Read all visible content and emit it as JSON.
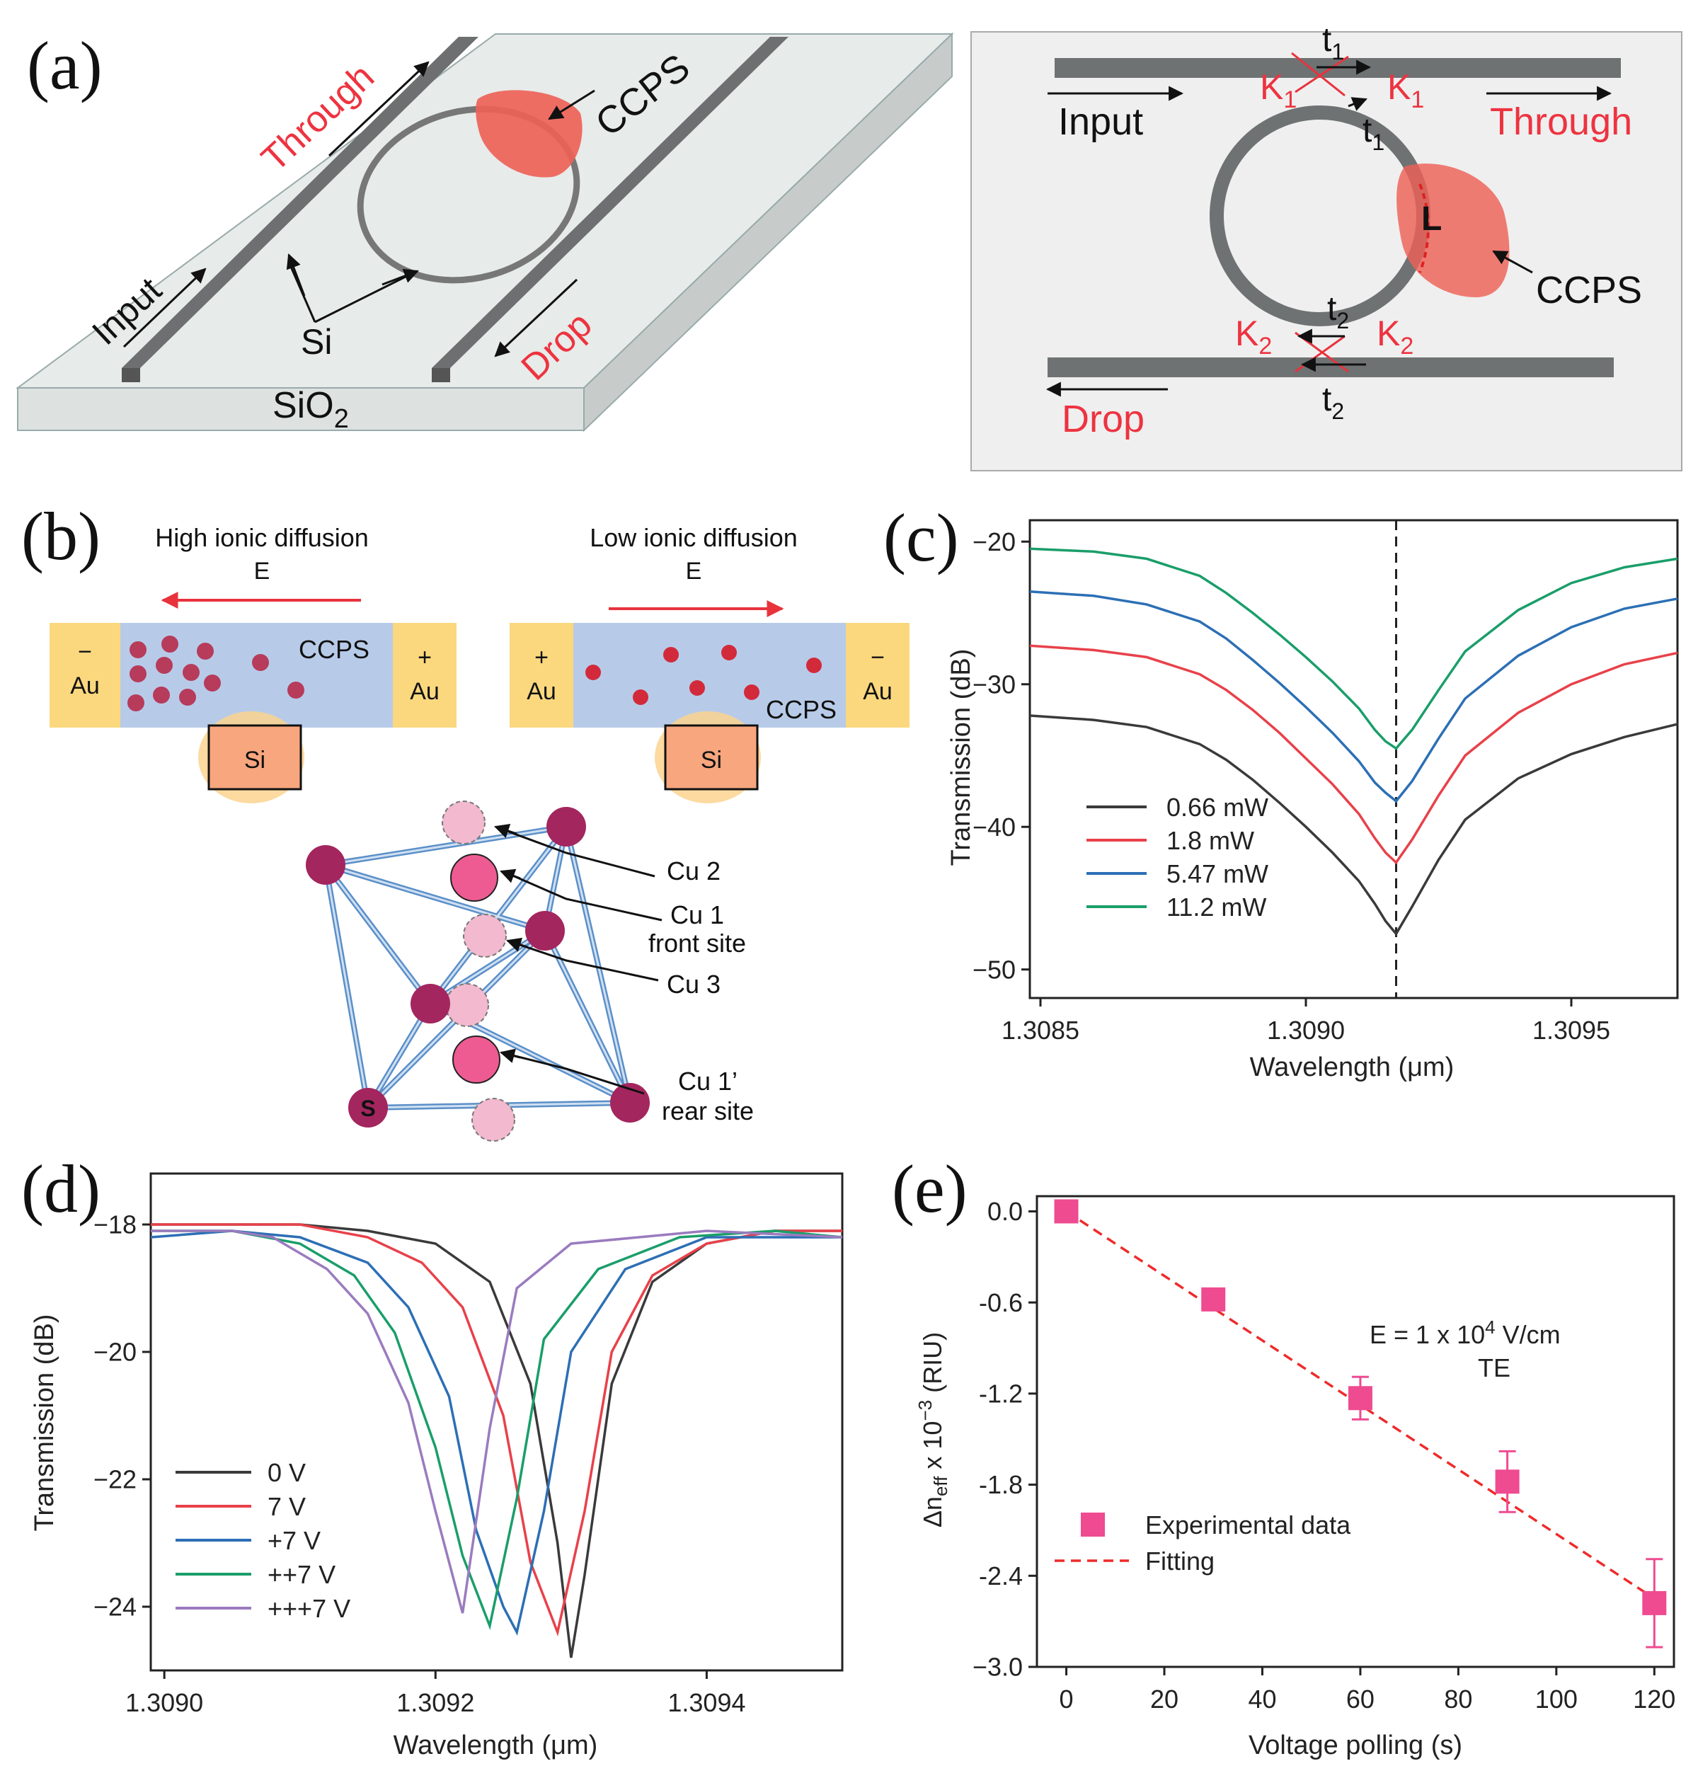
{
  "panel_labels": {
    "a": "(a)",
    "b": "(b)",
    "c": "(c)",
    "d": "(d)",
    "e": "(e)"
  },
  "panel_a": {
    "left": {
      "through": "Through",
      "input": "Input",
      "drop": "Drop",
      "ccps": "CCPS",
      "si": "Si",
      "sio2": "SiO",
      "sio2_sub": "2"
    },
    "right": {
      "input": "Input",
      "through": "Through",
      "drop": "Drop",
      "ccps": "CCPS",
      "L": "L",
      "t": "t",
      "t1_sub": "1",
      "t2_sub": "2",
      "K": "K",
      "K1_sub": "1",
      "K2_sub": "2"
    }
  },
  "panel_b": {
    "left": {
      "title": "High ionic diffusion",
      "field": "E",
      "minus": "−",
      "plus": "+",
      "au": "Au",
      "ccps": "CCPS",
      "si": "Si"
    },
    "right": {
      "title": "Low ionic diffusion",
      "field": "E",
      "minus": "−",
      "plus": "+",
      "au": "Au",
      "ccps": "CCPS",
      "si": "Si"
    },
    "crystal": {
      "cu2": "Cu 2",
      "cu1_a": "Cu 1",
      "cu1_b": "front site",
      "cu3": "Cu 3",
      "cu1p_a": "Cu 1’",
      "cu1p_b": "rear site",
      "s": "S"
    }
  },
  "chart_data": [
    {
      "panel": "c",
      "type": "line",
      "xlabel": "Wavelength (μm)",
      "ylabel": "Transmission (dB)",
      "xlim": [
        1.30848,
        1.3097
      ],
      "ylim": [
        -52,
        -18.5
      ],
      "xticks": [
        1.3085,
        1.309,
        1.3095
      ],
      "xtick_labels": [
        "1.3085",
        "1.3090",
        "1.3095"
      ],
      "yticks": [
        -20,
        -30,
        -40,
        -50
      ],
      "ytick_labels": [
        "−20",
        "−30",
        "−40",
        "−50"
      ],
      "legend_position": "bottom-left",
      "vline_x": 1.30917,
      "series": [
        {
          "name": "0.66 mW",
          "color": "#3a3a3a",
          "x": [
            1.30848,
            1.3086,
            1.3087,
            1.3088,
            1.30885,
            1.3089,
            1.30895,
            1.309,
            1.30905,
            1.3091,
            1.30913,
            1.30915,
            1.30917,
            1.3092,
            1.30925,
            1.3093,
            1.3094,
            1.3095,
            1.3096,
            1.3097
          ],
          "y": [
            -32.2,
            -32.5,
            -33.0,
            -34.2,
            -35.3,
            -36.7,
            -38.3,
            -40.0,
            -41.8,
            -43.8,
            -45.4,
            -46.6,
            -47.5,
            -45.6,
            -42.3,
            -39.5,
            -36.6,
            -34.9,
            -33.7,
            -32.8
          ]
        },
        {
          "name": "1.8 mW",
          "color": "#e8414a",
          "x": [
            1.30848,
            1.3086,
            1.3087,
            1.3088,
            1.30885,
            1.3089,
            1.30895,
            1.309,
            1.30905,
            1.3091,
            1.30913,
            1.30915,
            1.30917,
            1.3092,
            1.30925,
            1.3093,
            1.3094,
            1.3095,
            1.3096,
            1.3097
          ],
          "y": [
            -27.3,
            -27.6,
            -28.1,
            -29.3,
            -30.4,
            -31.8,
            -33.4,
            -35.2,
            -37.0,
            -39.1,
            -40.8,
            -41.8,
            -42.5,
            -40.9,
            -37.8,
            -35.0,
            -32.0,
            -30.0,
            -28.6,
            -27.8
          ]
        },
        {
          "name": "5.47 mW",
          "color": "#2c6fb5",
          "x": [
            1.30848,
            1.3086,
            1.3087,
            1.3088,
            1.30885,
            1.3089,
            1.30895,
            1.309,
            1.30905,
            1.3091,
            1.30913,
            1.30915,
            1.30917,
            1.3092,
            1.30925,
            1.3093,
            1.3094,
            1.3095,
            1.3096,
            1.3097
          ],
          "y": [
            -23.5,
            -23.8,
            -24.4,
            -25.6,
            -26.8,
            -28.3,
            -29.9,
            -31.6,
            -33.4,
            -35.4,
            -36.9,
            -37.6,
            -38.2,
            -36.8,
            -33.8,
            -31.0,
            -28.0,
            -26.0,
            -24.7,
            -24.0
          ]
        },
        {
          "name": "11.2 mW",
          "color": "#1a9e6a",
          "x": [
            1.30848,
            1.3086,
            1.3087,
            1.3088,
            1.30885,
            1.3089,
            1.30895,
            1.309,
            1.30905,
            1.3091,
            1.30913,
            1.30915,
            1.30917,
            1.3092,
            1.30925,
            1.3093,
            1.3094,
            1.3095,
            1.3096,
            1.3097
          ],
          "y": [
            -20.5,
            -20.7,
            -21.2,
            -22.4,
            -23.6,
            -25.0,
            -26.5,
            -28.1,
            -29.8,
            -31.7,
            -33.2,
            -34.0,
            -34.5,
            -33.2,
            -30.4,
            -27.7,
            -24.8,
            -22.9,
            -21.8,
            -21.2
          ]
        }
      ]
    },
    {
      "panel": "d",
      "type": "line",
      "xlabel": "Wavelength (μm)",
      "ylabel": "Transmission (dB)",
      "xlim": [
        1.30899,
        1.3095
      ],
      "ylim": [
        -25.0,
        -17.2
      ],
      "xticks": [
        1.309,
        1.3092,
        1.3094
      ],
      "xtick_labels": [
        "1.3090",
        "1.3092",
        "1.3094"
      ],
      "yticks": [
        -18,
        -20,
        -22,
        -24
      ],
      "ytick_labels": [
        "−18",
        "−20",
        "−22",
        "−24"
      ],
      "legend_position": "bottom-left",
      "series": [
        {
          "name": "0 V",
          "color": "#3a3a3a",
          "x": [
            1.30899,
            1.3091,
            1.30915,
            1.3092,
            1.30924,
            1.30927,
            1.30929,
            1.3093,
            1.30931,
            1.30933,
            1.30936,
            1.3094,
            1.30945,
            1.3095
          ],
          "y": [
            -18.0,
            -18.0,
            -18.1,
            -18.3,
            -18.9,
            -20.5,
            -23.0,
            -24.8,
            -23.5,
            -20.5,
            -18.9,
            -18.3,
            -18.1,
            -18.1
          ]
        },
        {
          "name": "7 V",
          "color": "#e8414a",
          "x": [
            1.30899,
            1.3091,
            1.30915,
            1.30919,
            1.30922,
            1.30925,
            1.30927,
            1.30929,
            1.30931,
            1.30933,
            1.30936,
            1.3094,
            1.30945,
            1.3095
          ],
          "y": [
            -18.0,
            -18.0,
            -18.2,
            -18.6,
            -19.3,
            -21.0,
            -23.3,
            -24.4,
            -22.5,
            -20.0,
            -18.8,
            -18.3,
            -18.1,
            -18.1
          ]
        },
        {
          "name": "+7 V",
          "color": "#2c6fb5",
          "x": [
            1.30899,
            1.30905,
            1.3091,
            1.30915,
            1.30918,
            1.30921,
            1.30923,
            1.30925,
            1.30926,
            1.30928,
            1.3093,
            1.30934,
            1.3094,
            1.3095
          ],
          "y": [
            -18.2,
            -18.1,
            -18.2,
            -18.6,
            -19.3,
            -20.7,
            -22.8,
            -24.0,
            -24.4,
            -22.5,
            -20.0,
            -18.7,
            -18.2,
            -18.2
          ]
        },
        {
          "name": "++7 V",
          "color": "#1a9e6a",
          "x": [
            1.30899,
            1.30905,
            1.3091,
            1.30914,
            1.30917,
            1.3092,
            1.30922,
            1.30924,
            1.30926,
            1.30928,
            1.30932,
            1.30938,
            1.30945,
            1.3095
          ],
          "y": [
            -18.1,
            -18.1,
            -18.3,
            -18.8,
            -19.7,
            -21.5,
            -23.2,
            -24.3,
            -22.3,
            -19.8,
            -18.7,
            -18.2,
            -18.1,
            -18.2
          ]
        },
        {
          "name": "+++7 V",
          "color": "#9a7bbf",
          "x": [
            1.30899,
            1.30905,
            1.30908,
            1.30912,
            1.30915,
            1.30918,
            1.3092,
            1.30922,
            1.30924,
            1.30926,
            1.3093,
            1.30935,
            1.3094,
            1.3095
          ],
          "y": [
            -18.1,
            -18.1,
            -18.2,
            -18.7,
            -19.4,
            -20.8,
            -22.5,
            -24.1,
            -21.2,
            -19.0,
            -18.3,
            -18.2,
            -18.1,
            -18.2
          ]
        }
      ]
    },
    {
      "panel": "e",
      "type": "scatter",
      "xlabel": "Voltage polling (s)",
      "ylabel": "Δn_eff × 10^-3 (RIU)",
      "ylabel_parts": {
        "pre": "Δn",
        "sub": "eff",
        "mid": " x 10",
        "sup": "−3",
        "post": " (RIU)"
      },
      "xlim": [
        -6,
        124
      ],
      "ylim": [
        -3.0,
        0.1
      ],
      "xticks": [
        0,
        20,
        40,
        60,
        80,
        100,
        120
      ],
      "xtick_labels": [
        "0",
        "20",
        "40",
        "60",
        "80",
        "100",
        "120"
      ],
      "yticks": [
        0.0,
        -0.6,
        -1.2,
        -1.8,
        -2.4,
        -3.0
      ],
      "ytick_labels": [
        "0.0",
        "-0.6",
        "-1.2",
        "-1.8",
        "-2.4",
        "−3.0"
      ],
      "annotation": {
        "line1_pre": "E = 1 x 10",
        "line1_sup": "4",
        "line1_post": " V/cm",
        "line2": "TE"
      },
      "legend_position": "bottom-left",
      "marker_color": "#ee4b91",
      "fit_color": "#ee2b2b",
      "series": [
        {
          "name": "Experimental data",
          "x": [
            0,
            30,
            60,
            90,
            120
          ],
          "y": [
            0.0,
            -0.58,
            -1.23,
            -1.78,
            -2.58
          ],
          "yerr": [
            0.0,
            0.0,
            0.14,
            0.2,
            0.29
          ]
        },
        {
          "name": "Fitting",
          "x": [
            0,
            120
          ],
          "y": [
            0.0,
            -2.55
          ]
        }
      ]
    }
  ]
}
